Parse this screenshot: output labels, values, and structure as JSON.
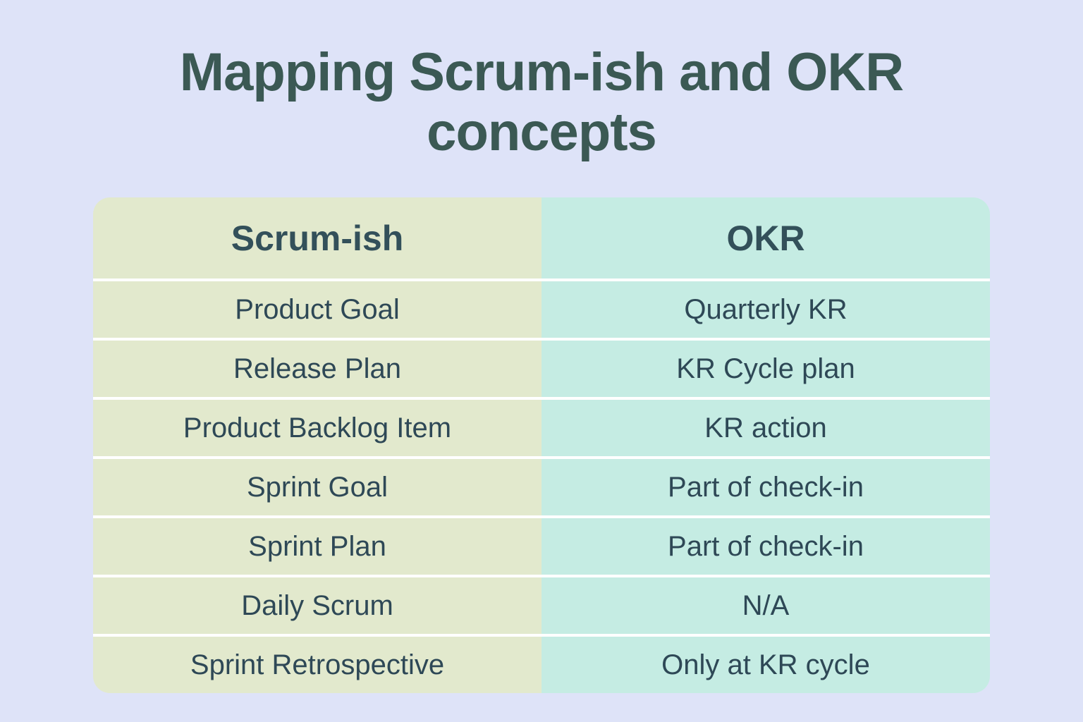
{
  "title": "Mapping Scrum-ish and OKR concepts",
  "title_lines": [
    "Mapping Scrum-ish and OKR",
    "concepts"
  ],
  "table": {
    "headers": [
      "Scrum-ish",
      "OKR"
    ],
    "rows": [
      {
        "scrum": "Product Goal",
        "okr": "Quarterly KR"
      },
      {
        "scrum": "Release Plan",
        "okr": "KR Cycle plan"
      },
      {
        "scrum": "Product Backlog Item",
        "okr": "KR action"
      },
      {
        "scrum": "Sprint Goal",
        "okr": "Part of check-in"
      },
      {
        "scrum": "Sprint Plan",
        "okr": "Part of check-in"
      },
      {
        "scrum": "Daily Scrum",
        "okr": "N/A"
      },
      {
        "scrum": "Sprint Retrospective",
        "okr": "Only at KR cycle"
      }
    ]
  },
  "colors": {
    "page_background": "#dee3f8",
    "scrum_column_background": "#e2e9cd",
    "okr_column_background": "#c5ece3",
    "row_divider": "#ffffff",
    "title_text": "#3b5954",
    "cell_text": "#2e4856"
  },
  "chart_data": {
    "type": "table",
    "title": "Mapping Scrum-ish and OKR concepts",
    "columns": [
      "Scrum-ish",
      "OKR"
    ],
    "rows": [
      [
        "Product Goal",
        "Quarterly KR"
      ],
      [
        "Release Plan",
        "KR Cycle plan"
      ],
      [
        "Product Backlog Item",
        "KR action"
      ],
      [
        "Sprint Goal",
        "Part of check-in"
      ],
      [
        "Sprint Plan",
        "Part of check-in"
      ],
      [
        "Daily Scrum",
        "N/A"
      ],
      [
        "Sprint Retrospective",
        "Only at KR cycle"
      ]
    ]
  }
}
